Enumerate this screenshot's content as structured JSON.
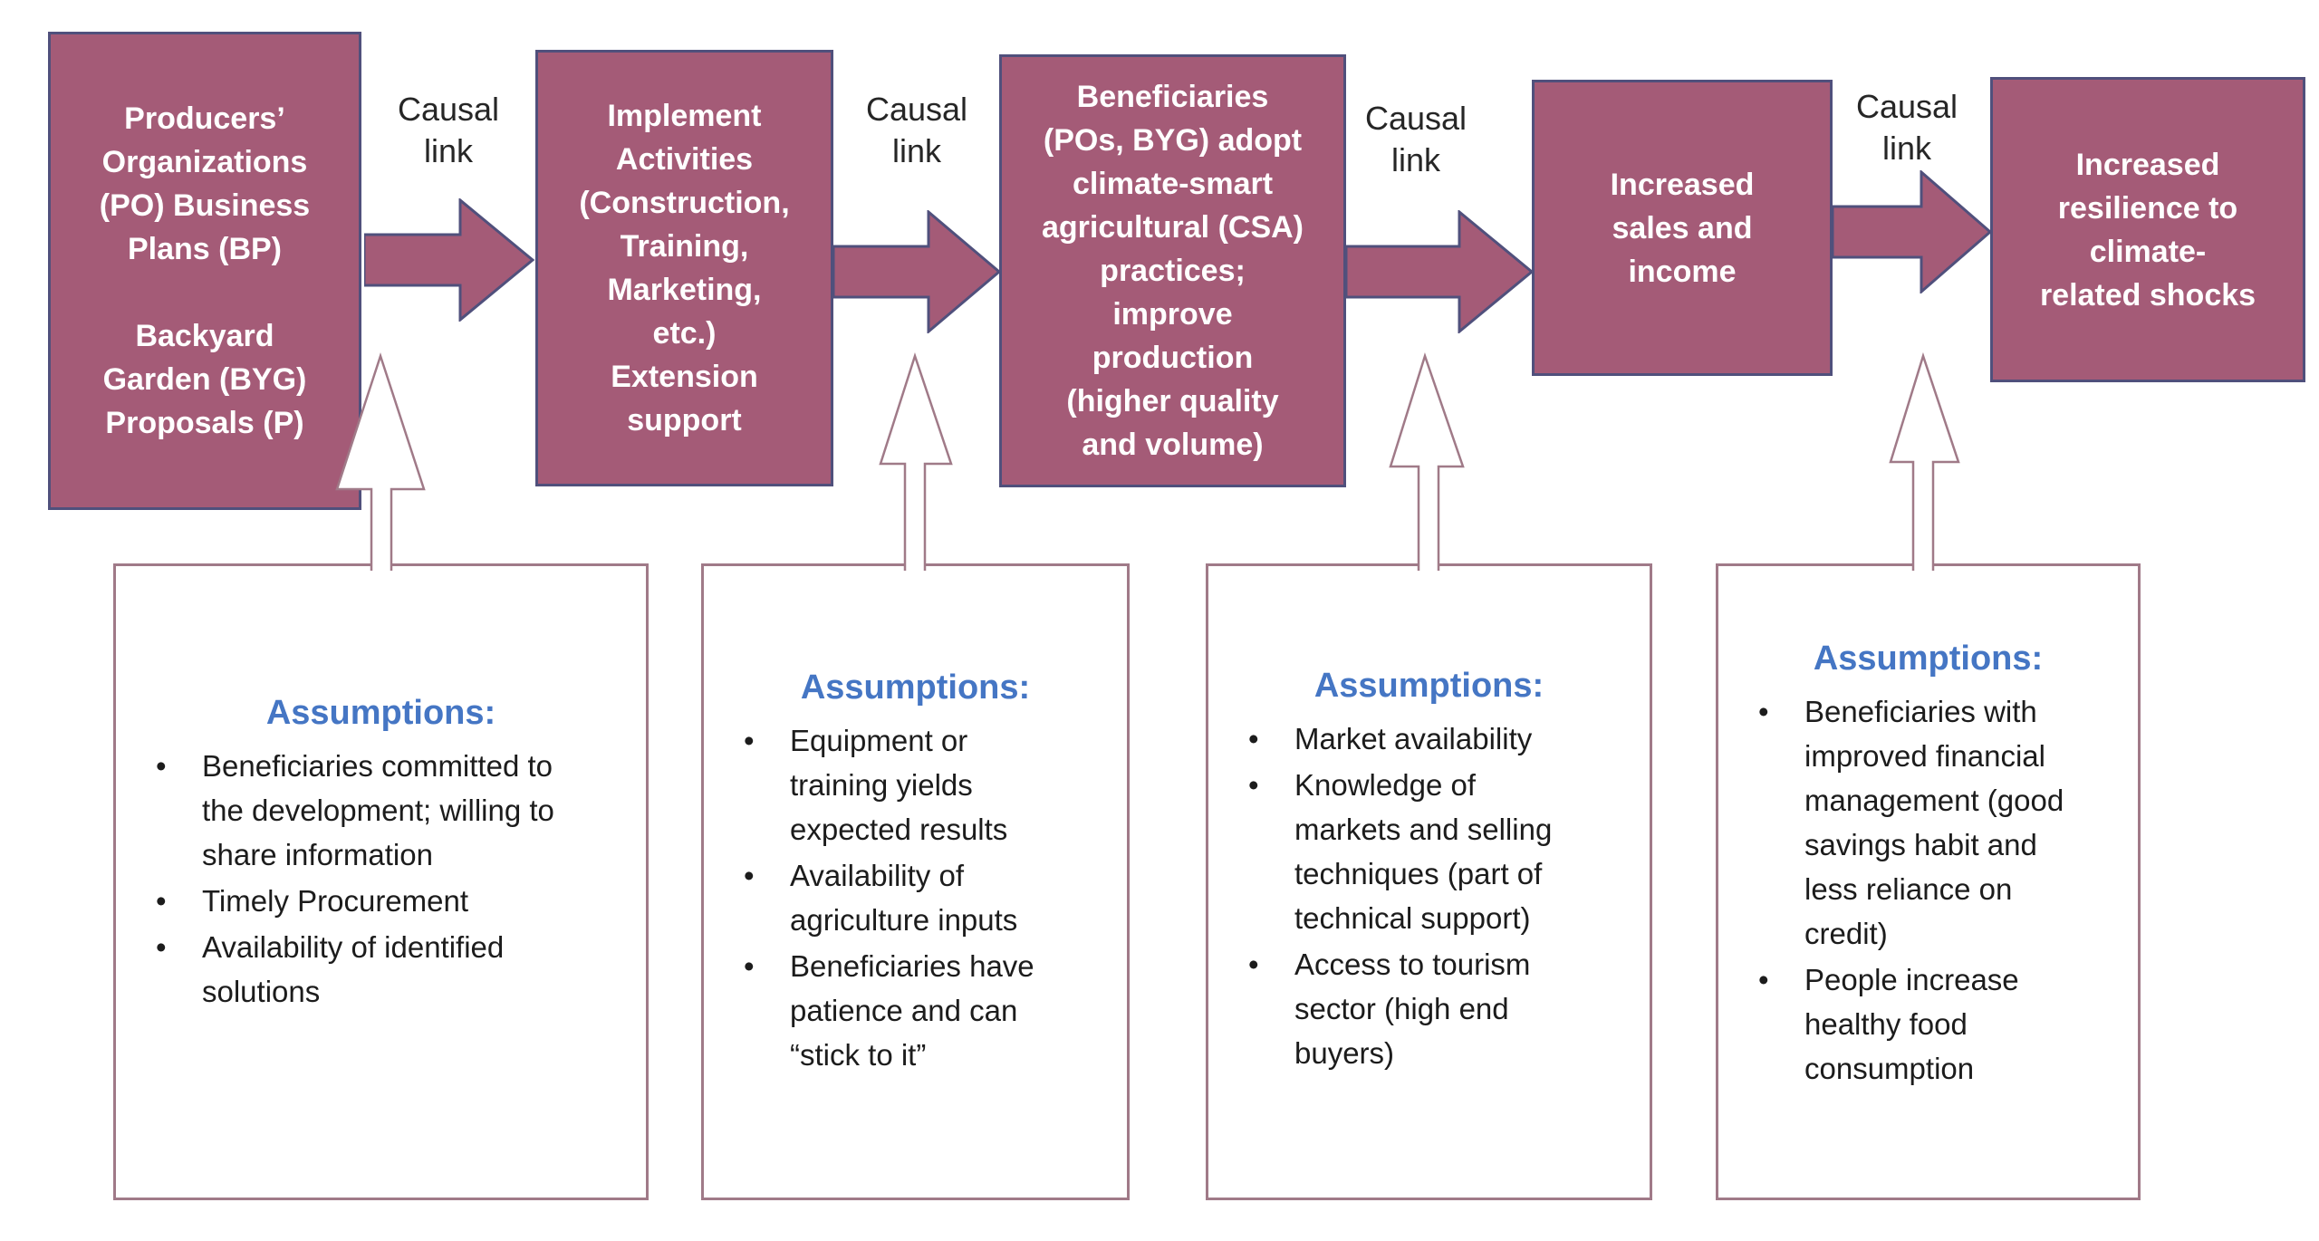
{
  "diagram": {
    "top_boxes": [
      {
        "text": "Producers’\nOrganizations\n(PO) Business\nPlans (BP)\n\nBackyard\nGarden (BYG)\nProposals (P)"
      },
      {
        "text": "Implement\nActivities\n(Construction,\nTraining,\nMarketing,\netc.)\nExtension\nsupport"
      },
      {
        "text": "Beneficiaries\n(POs, BYG) adopt\nclimate-smart\nagricultural (CSA)\npractices;\nimprove\nproduction\n(higher quality\nand volume)"
      },
      {
        "text": "Increased\nsales and\nincome"
      },
      {
        "text": "Increased\nresilience to\nclimate-\nrelated shocks"
      }
    ],
    "causal_links": [
      {
        "label": "Causal link"
      },
      {
        "label": "Causal link"
      },
      {
        "label": "Causal link"
      },
      {
        "label": "Causal link"
      }
    ],
    "assumption_boxes": [
      {
        "heading": "Assumptions:",
        "bullets": [
          "Beneficiaries committed to the development; willing to share information",
          "Timely Procurement",
          "Availability of identified solutions"
        ]
      },
      {
        "heading": "Assumptions:",
        "bullets": [
          "Equipment or training yields expected results",
          "Availability of agriculture inputs",
          "Beneficiaries have patience and can “stick to it”"
        ]
      },
      {
        "heading": "Assumptions:",
        "bullets": [
          "Market availability",
          "Knowledge of markets and selling techniques (part of technical support)",
          "Access to tourism sector (high end buyers)"
        ]
      },
      {
        "heading": "Assumptions:",
        "bullets": [
          "Beneficiaries with improved financial management (good savings habit and less reliance on credit)",
          "People increase healthy food consumption"
        ]
      }
    ],
    "colors": {
      "box_fill": "#a45b77",
      "box_border": "#50507c",
      "outline_arrow": "#a07a88",
      "heading_blue": "#4576c4",
      "label_text": "#262626",
      "body_text": "#1c1c1c",
      "background": "#ffffff",
      "box_text": "#ffffff"
    }
  }
}
